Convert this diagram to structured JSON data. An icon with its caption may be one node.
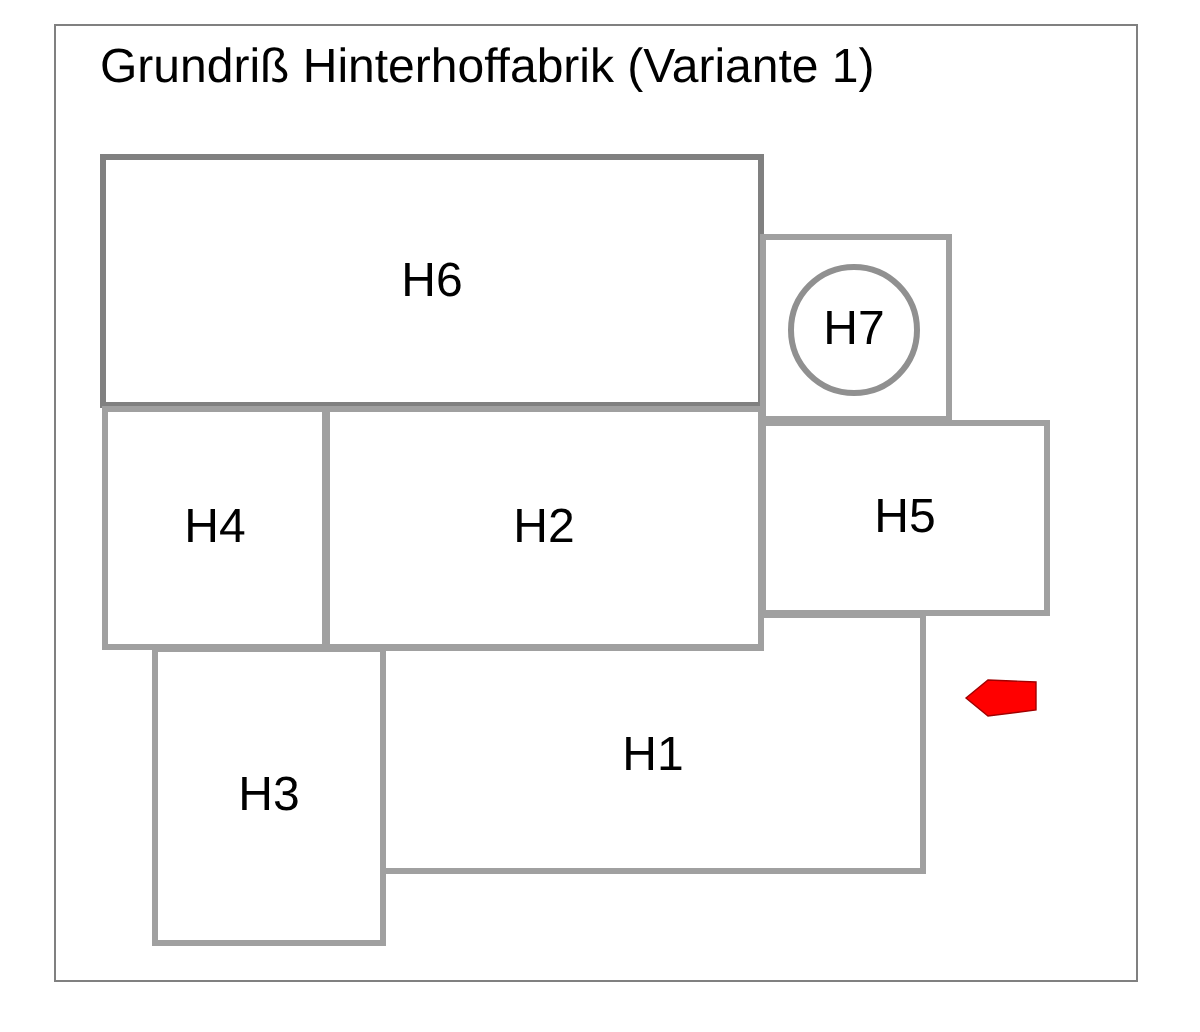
{
  "diagram": {
    "title": "Grundriß Hinterhoffabrik (Variante 1)",
    "nodes": [
      {
        "text": [
          "H6"
        ]
      },
      {
        "text": [],
        "shape": "box"
      },
      {
        "text": [
          "H7"
        ],
        "in": 1
      },
      {
        "text": [
          "H4"
        ]
      },
      {
        "text": [
          "H2"
        ]
      },
      {
        "text": [
          "H5"
        ]
      },
      {
        "text": [
          "H1"
        ]
      },
      {
        "text": [
          "H3"
        ]
      }
    ]
  }
}
